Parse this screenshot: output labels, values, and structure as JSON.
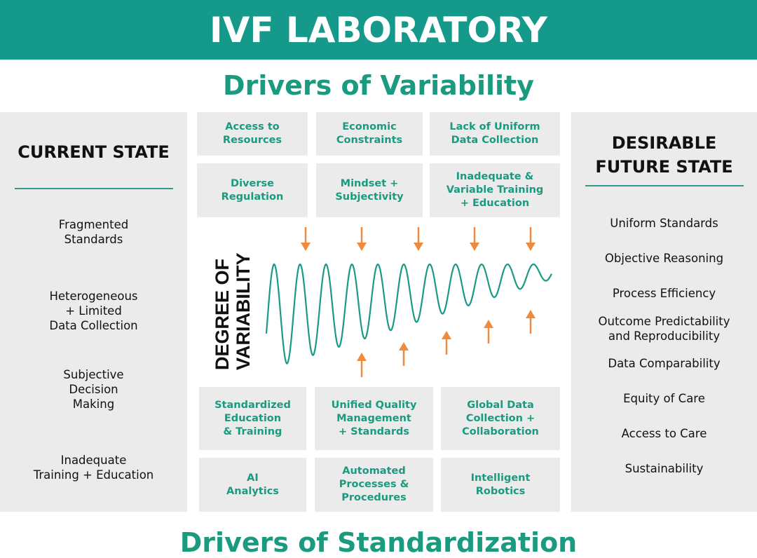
{
  "header": {
    "title": "IVF LABORATORY"
  },
  "variability_title": "Drivers of Variability",
  "standardization_title": "Drivers of Standardization",
  "current_state": {
    "title": "CURRENT STATE",
    "items": [
      "Fragmented\nStandards",
      "Heterogeneous\n+ Limited\nData Collection",
      "Subjective\nDecision\nMaking",
      "Inadequate\nTraining + Education"
    ]
  },
  "future_state": {
    "title": "DESIRABLE\nFUTURE STATE",
    "items": [
      "Uniform Standards",
      "Objective Reasoning",
      "Process Efficiency",
      "Outcome Predictability\nand Reproducibility",
      "Data Comparability",
      "Equity of Care",
      "Access to Care",
      "Sustainability"
    ]
  },
  "variability_drivers": [
    "Access to\nResources",
    "Economic\nConstraints",
    "Lack of Uniform\nData Collection",
    "Diverse\nRegulation",
    "Mindset +\nSubjectivity",
    "Inadequate &\nVariable Training\n+ Education"
  ],
  "standardization_drivers": [
    "Standardized\nEducation\n& Training",
    "Unified Quality\nManagement\n+ Standards",
    "Global Data\nCollection +\nCollaboration",
    "AI\nAnalytics",
    "Automated\nProcesses &\nProcedures",
    "Intelligent\nRobotics"
  ],
  "axis_label": [
    "DEGREE OF",
    "VARIABILITY"
  ],
  "colors": {
    "teal": "#14998a",
    "text_teal": "#1a9a7f",
    "gray": "#ebebeb",
    "orange": "#f08a3c"
  }
}
